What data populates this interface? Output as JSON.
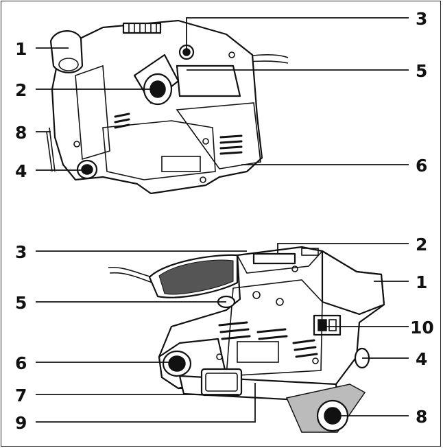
{
  "top_view": {
    "callouts": [
      {
        "id": "top-1",
        "label": "1"
      },
      {
        "id": "top-2",
        "label": "2"
      },
      {
        "id": "top-8",
        "label": "8"
      },
      {
        "id": "top-4",
        "label": "4"
      },
      {
        "id": "top-3",
        "label": "3"
      },
      {
        "id": "top-5",
        "label": "5"
      },
      {
        "id": "top-6",
        "label": "6"
      }
    ]
  },
  "bottom_view": {
    "callouts": [
      {
        "id": "bot-3",
        "label": "3"
      },
      {
        "id": "bot-5",
        "label": "5"
      },
      {
        "id": "bot-6",
        "label": "6"
      },
      {
        "id": "bot-7",
        "label": "7"
      },
      {
        "id": "bot-9",
        "label": "9"
      },
      {
        "id": "bot-2",
        "label": "2"
      },
      {
        "id": "bot-1",
        "label": "1"
      },
      {
        "id": "bot-10",
        "label": "10"
      },
      {
        "id": "bot-4",
        "label": "4"
      },
      {
        "id": "bot-8",
        "label": "8"
      }
    ]
  }
}
